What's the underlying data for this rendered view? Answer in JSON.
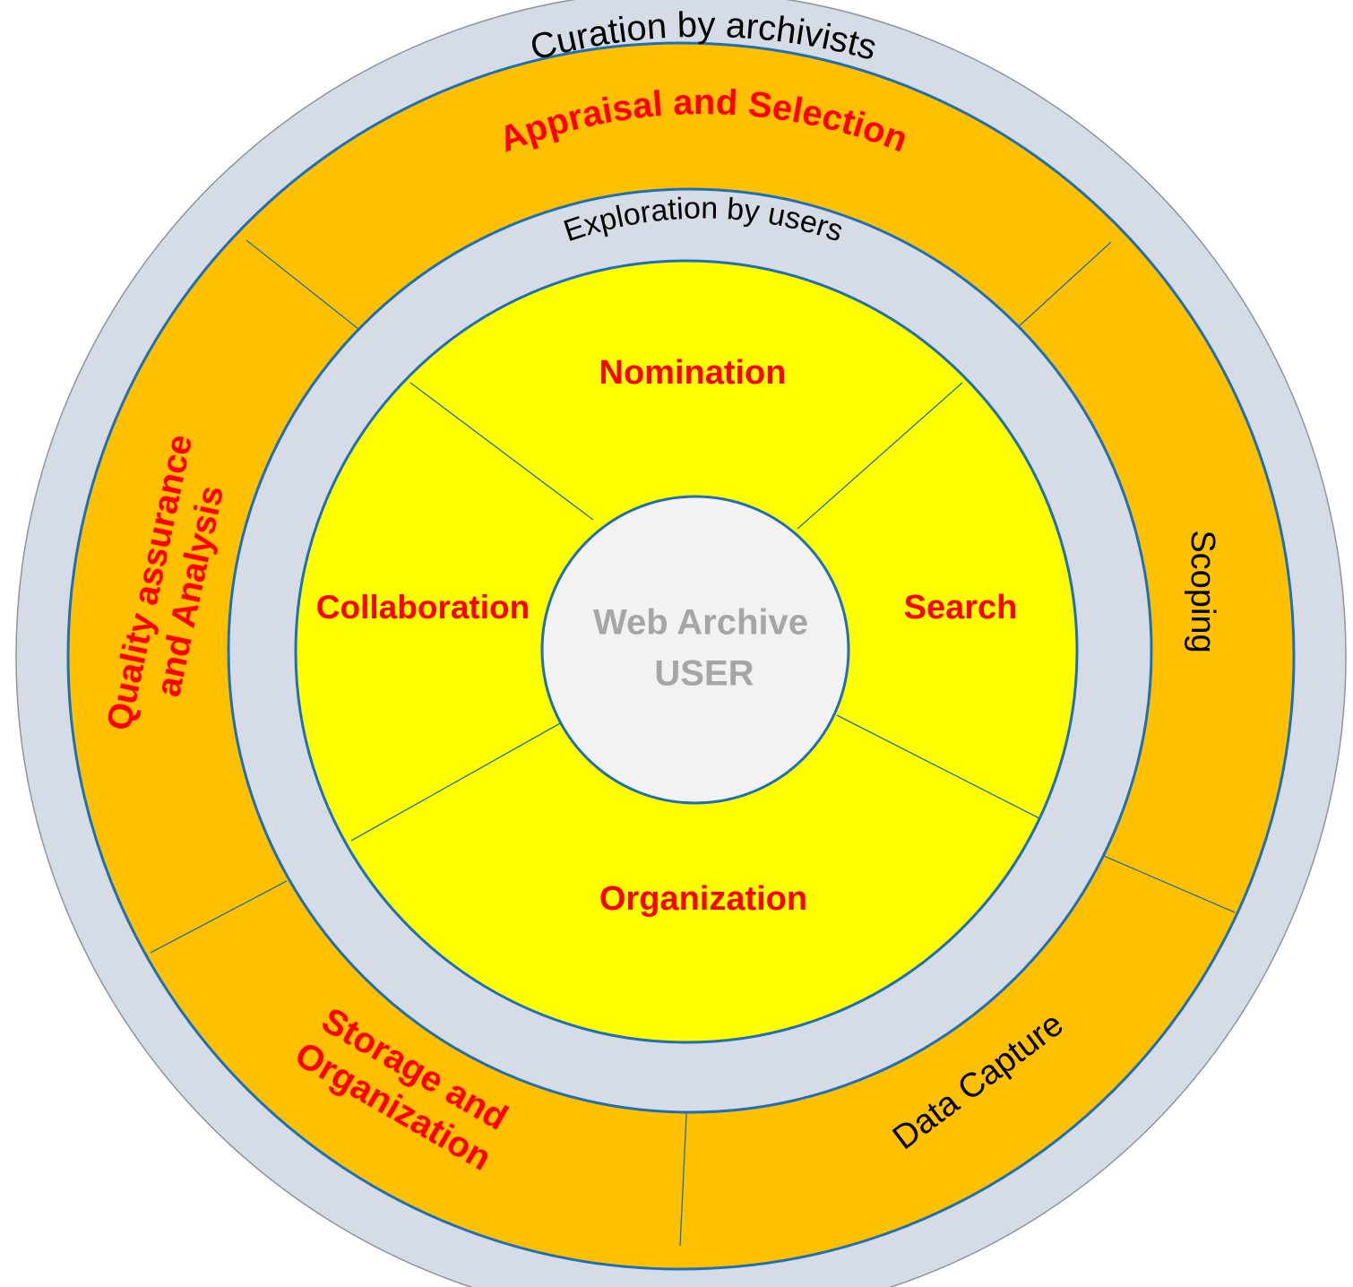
{
  "outer_ring": {
    "label": "Curation by archivists"
  },
  "curation_segments": {
    "appraisal": "Appraisal and Selection",
    "scoping": "Scoping",
    "data_capture": "Data Capture",
    "storage_line1": "Storage and",
    "storage_line2": "Organization",
    "quality_line1": "Quality assurance",
    "quality_line2": "and Analysis"
  },
  "inner_ring": {
    "label": "Exploration by users"
  },
  "user_segments": {
    "nomination": "Nomination",
    "search": "Search",
    "organization": "Organization",
    "collaboration": "Collaboration"
  },
  "center": {
    "line1": "Web Archive",
    "line2": "USER"
  },
  "colors": {
    "outer_gray": "#d6dce5",
    "orange": "#ffc000",
    "yellow": "#ffff00",
    "center_gray": "#f2f2f2",
    "border_blue": "#1f6fb5",
    "red_text": "#ff0000",
    "black_text": "#000000",
    "center_text": "#a6a6a6"
  }
}
